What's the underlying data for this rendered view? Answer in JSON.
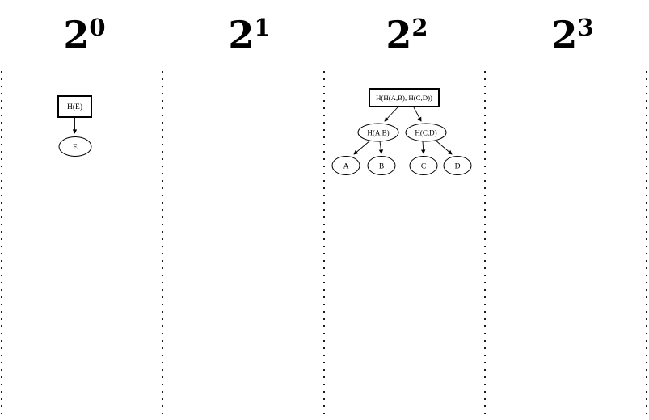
{
  "figure": {
    "title_hint": "hash-tree buckets by power-of-two capacity",
    "colors": {
      "ink": "#000000",
      "background": "#ffffff"
    },
    "columns": [
      {
        "base": "2",
        "exp": "0"
      },
      {
        "base": "2",
        "exp": "1"
      },
      {
        "base": "2",
        "exp": "2"
      },
      {
        "base": "2",
        "exp": "3"
      }
    ],
    "trees": {
      "single": {
        "root": "H(E)",
        "leaf": "E"
      },
      "quad": {
        "root": "H(H(A,B), H(C,D))",
        "left_child": "H(A,B)",
        "right_child": "H(C,D)",
        "leaves": [
          "A",
          "B",
          "C",
          "D"
        ]
      }
    }
  }
}
